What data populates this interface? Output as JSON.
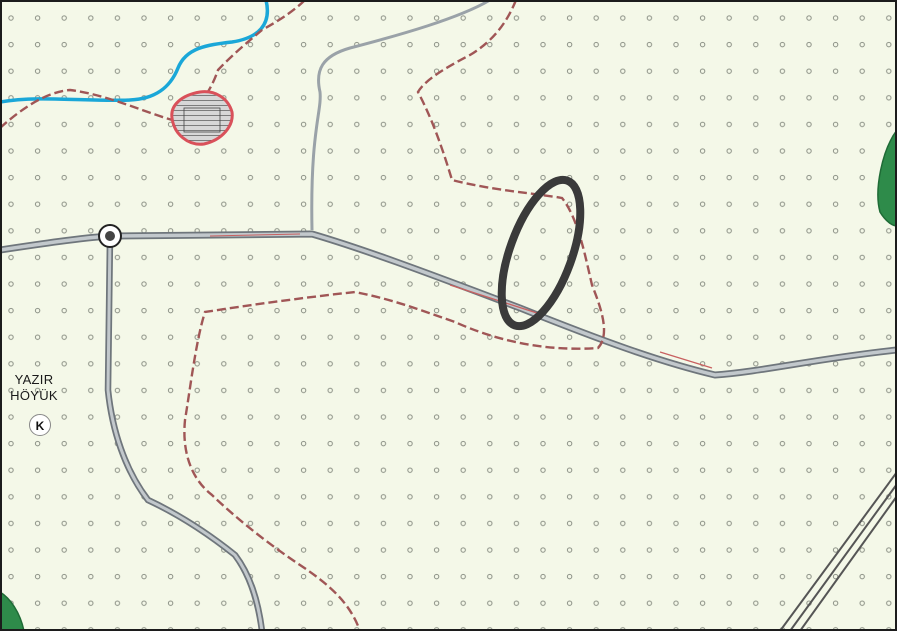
{
  "place": {
    "line1": "YAZIR",
    "line2": "HÖYÜK",
    "badge": "K"
  },
  "colors": {
    "background": "#f4f8e8",
    "dot": "#8a8f84",
    "river": "#1aa7d8",
    "road": "#9aa2a8",
    "road_edge": "#6f767c",
    "boundary": "#a05656",
    "settlement_edge": "#d9515a",
    "forest": "#2e8b4a",
    "highlight": "#3a3a3a",
    "railway": "#555555"
  },
  "icons": [
    "junction-marker-icon",
    "settlement-hatch-icon",
    "site-badge-icon"
  ]
}
